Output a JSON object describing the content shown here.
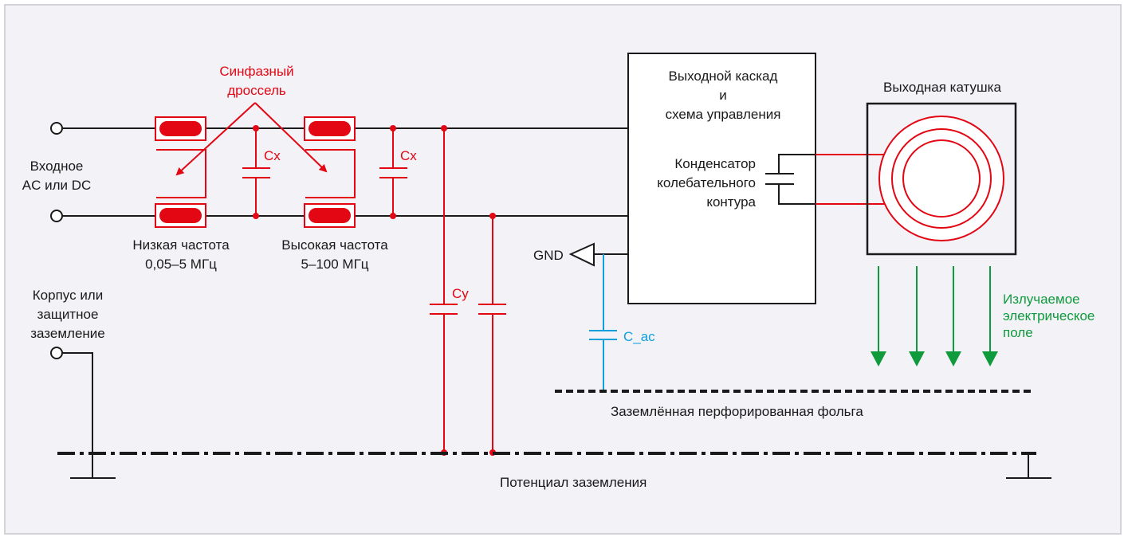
{
  "labels": {
    "common_mode_choke": [
      "Синфазный",
      "дроссель"
    ],
    "input": [
      "Входное",
      "AC или DC"
    ],
    "low_freq": [
      "Низкая частота",
      "0,05–5 МГц"
    ],
    "high_freq": [
      "Высокая частота",
      "5–100 МГц"
    ],
    "cx1": "Cx",
    "cx2": "Cx",
    "cy": "Cy",
    "c_ac": "C_ac",
    "gnd": "GND",
    "chassis": [
      "Корпус или",
      "защитное",
      "заземление"
    ],
    "output_stage": [
      "Выходной каскад",
      "и",
      "схема управления"
    ],
    "tank_cap": [
      "Конденсатор",
      "колебательного",
      "контура"
    ],
    "output_coil": "Выходная катушка",
    "radiated_field": [
      "Излучаемое",
      "электрическое",
      "поле"
    ],
    "foil": "Заземлённая перфорированная фольга",
    "ground_potential": "Потенциал заземления"
  },
  "colors": {
    "wire": "#1a1a1a",
    "choke": "#e30613",
    "c_ac": "#0fa0dc",
    "field": "#0f9a3c",
    "background": "#f2f2f7"
  }
}
